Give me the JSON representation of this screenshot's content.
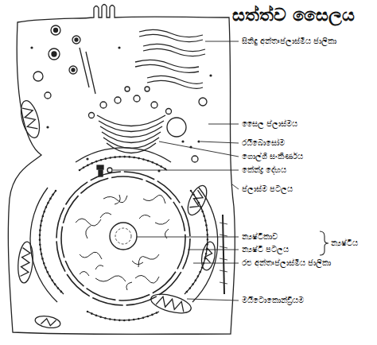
{
  "diagram": {
    "title": "සත්ත්ව සෛලය",
    "labels": [
      "සිනිඳු අන්තඃප්ලාස්මීය ජාලිකා",
      "සෛල ප්ලාස්මය",
      "රයිබොසෝම",
      "ගොල්ගි සංකීර්ණය",
      "කේන්ද්‍ර දේහය",
      "ප්ලාස්ම පටලය",
      "න්‍යෂ්ටිකාව",
      "න්‍යෂ්ටි පටලය",
      "න්‍යෂ්ටිය",
      "රළු අන්තඃප්ලාස්මීය ජාලිකා",
      "මයිටොකොන්ඩ්‍රියම"
    ]
  }
}
